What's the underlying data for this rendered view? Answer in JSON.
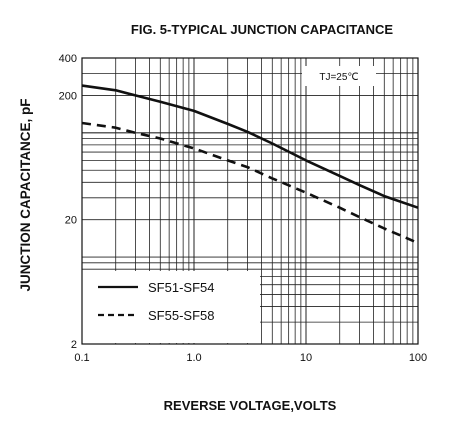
{
  "chart_data": {
    "type": "line",
    "title": "FIG. 5-TYPICAL JUNCTION CAPACITANCE",
    "xlabel": "REVERSE VOLTAGE,VOLTS",
    "ylabel": "JUNCTION CAPACITANCE, pF",
    "xscale": "log",
    "yscale": "log",
    "xlim": [
      0.1,
      100
    ],
    "ylim": [
      2,
      400
    ],
    "xticks": [
      "0.1",
      "1.0",
      "10",
      "100"
    ],
    "yticks": [
      "2",
      "20",
      "200",
      "400"
    ],
    "grid": true,
    "annotation": "TJ=25℃",
    "legend_position": "bottom-left",
    "series": [
      {
        "name": "SF51-SF54",
        "style": "solid",
        "x": [
          0.1,
          0.2,
          0.3,
          0.5,
          1,
          2,
          3,
          5,
          10,
          20,
          30,
          50,
          100
        ],
        "y": [
          240,
          220,
          200,
          178,
          150,
          118,
          102,
          82,
          60,
          45,
          38,
          31,
          25
        ]
      },
      {
        "name": "SF55-SF58",
        "style": "dashed",
        "x": [
          0.1,
          0.2,
          0.3,
          0.5,
          1,
          2,
          3,
          5,
          10,
          20,
          30,
          50,
          100
        ],
        "y": [
          120,
          110,
          100,
          90,
          75,
          60,
          53,
          43,
          33,
          25,
          21,
          17,
          13
        ]
      }
    ]
  },
  "colors": {
    "line": "#111111",
    "grid": "#222222",
    "background": "#ffffff"
  }
}
